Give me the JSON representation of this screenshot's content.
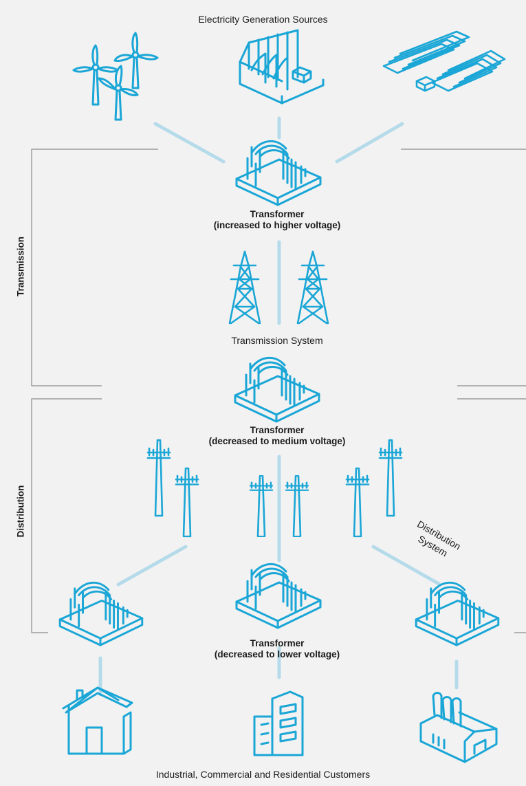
{
  "title": "Electricity Generation Sources",
  "colors": {
    "accent": "#1aa6d6",
    "connector": "#b5dbea",
    "bracket": "#8c8c8c",
    "background": "#f2f2f2"
  },
  "sections": {
    "transmission": "Transmission",
    "distribution": "Distribution"
  },
  "labels": {
    "transformer1_title": "Transformer",
    "transformer1_sub": "(increased to higher voltage)",
    "transmission_system": "Transmission System",
    "transformer2_title": "Transformer",
    "transformer2_sub": "(decreased to medium voltage)",
    "distribution_system_1": "Distribution",
    "distribution_system_2": "System",
    "transformer3_title": "Transformer",
    "transformer3_sub": "(decreased to lower voltage)",
    "customers": "Industrial, Commercial and Residential Customers"
  },
  "icons": {
    "generation": [
      "wind-turbines-icon",
      "hydro-dam-icon",
      "solar-panels-icon"
    ],
    "transformers": [
      "transformer-icon"
    ],
    "transmission": [
      "transmission-tower-icon"
    ],
    "distribution": [
      "utility-pole-icon"
    ],
    "customers": [
      "house-icon",
      "office-building-icon",
      "factory-icon"
    ]
  }
}
